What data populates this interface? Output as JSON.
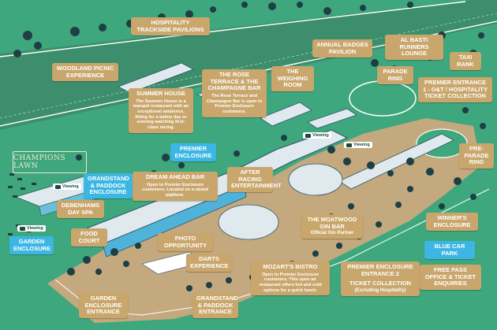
{
  "map": {
    "logo": "CHAMPIONS LAWN",
    "labels": {
      "hospitality": "HOSPITALITY TRACKSIDE PAVILIONS",
      "woodland": "WOODLAND PICNIC EXPERIENCE",
      "summer_title": "SUMMER HOUSE",
      "summer_desc": "The Summer House is a tranquil restaurant with an exceptional ambience, fitting for a balmy day or evening watching first-class racing.",
      "rose_title": "THE ROSE TERRACE & THE CHAMPAGNE BAR",
      "rose_desc": "The Rose Terrace and Champagne Bar is open to Premier Enclosure customers.",
      "weighing": "THE WEIGHING ROOM",
      "annual": "ANNUAL BADGES PAVILION",
      "albasti": "AL BASTI RUNNERS LOUNGE",
      "taxi": "TAXI RANK",
      "parade": "PARADE RING",
      "premier1": "PREMIER ENTRANCE 1 - O&T / HOSPITALITY TICKET COLLECTION",
      "preparade": "PRE- PARADE RING",
      "premier_enclosure": "PREMIER ENCLOSURE",
      "grandstand_enclosure": "GRANDSTAND & PADDOCK ENCLOSURE",
      "dream_title": "DREAM AHEAD BAR",
      "dream_desc": "Open to Premier Enclosure customers. Located on a raised platform.",
      "after_racing": "AFTER RACING ENTERTAINMENT",
      "debenhams": "DEBENHAMS DAY SPA",
      "food": "FOOD COURT",
      "garden_enclosure": "GARDEN ENCLOSURE",
      "photo": "PHOTO OPPORTUNITY",
      "darts": "DARTS EXPERIENCE",
      "moatwood_title": "THE MOATWOOD GIN BAR",
      "moatwood_sub": "Official Gin Partner",
      "winners": "WINNER'S ENCLOSURE",
      "bluecar": "BLUE CAR PARK",
      "premier2": "PREMIER ENCLOSURE ENTRANCE 2",
      "ticket_collection": "TICKET COLLECTION",
      "ticket_sub": "(Excluding Hospitality)",
      "mozart_title": "MOZART'S BISTRO",
      "mozart_desc": "Open to Premier Enclosure customers. This open air restaurant offers hot and cold options for a quick lunch.",
      "free_pass": "FREE PASS OFFICE & TICKET ENQUIRIES",
      "garden_entrance": "GARDEN ENCLOSURE ENTRANCE",
      "grandstand_entrance": "GRANDSTAND & PADDOCK ENTRANCE"
    },
    "viewing": "Viewing",
    "colors": {
      "grass": "#3fa77e",
      "track": "#3d8e6c",
      "rail": "#ffffff",
      "sand": "#c4a87e",
      "label_gold": "#c9a66b",
      "label_blue": "#3cb7e3",
      "tree": "#1e3f45",
      "building_roof": "#dfe9ee"
    }
  }
}
